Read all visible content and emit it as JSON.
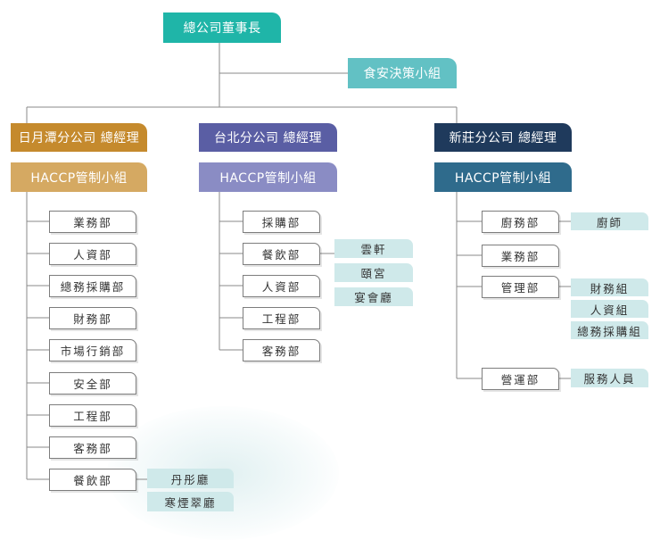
{
  "colors": {
    "chairman": "#1fb5a8",
    "food_safety": "#62c1c4",
    "sun_moon_lake": "#c58a2d",
    "sun_moon_lake_haccp": "#d5a962",
    "taipei": "#5a5ea4",
    "taipei_haccp": "#8a8cc4",
    "xinzhuang": "#1f3a5c",
    "xinzhuang_haccp": "#2f6b8c",
    "sub_unit": "#cfe9ea",
    "connector": "#8a8a8a"
  },
  "top": {
    "chairman": "總公司董事長",
    "food_safety_team": "食安決策小組"
  },
  "branches": {
    "sun_moon_lake": {
      "manager": "日月潭分公司 總經理",
      "haccp": "HACCP管制小組",
      "departments": [
        "業務部",
        "人資部",
        "總務採購部",
        "財務部",
        "市場行銷部",
        "安全部",
        "工程部",
        "客務部",
        "餐飲部"
      ],
      "catering_units": [
        "丹彤廳",
        "寒煙翠廳"
      ]
    },
    "taipei": {
      "manager": "台北分公司 總經理",
      "haccp": "HACCP管制小組",
      "departments": [
        "採購部",
        "餐飲部",
        "人資部",
        "工程部",
        "客務部"
      ],
      "catering_units": [
        "雲軒",
        "頤宮",
        "宴會廳"
      ]
    },
    "xinzhuang": {
      "manager": "新莊分公司 總經理",
      "haccp": "HACCP管制小組",
      "departments": [
        "廚務部",
        "業務部",
        "管理部",
        "營運部"
      ],
      "kitchen_units": [
        "廚師"
      ],
      "admin_units": [
        "財務組",
        "人資組",
        "總務採購組"
      ],
      "operations_units": [
        "服務人員"
      ]
    }
  }
}
